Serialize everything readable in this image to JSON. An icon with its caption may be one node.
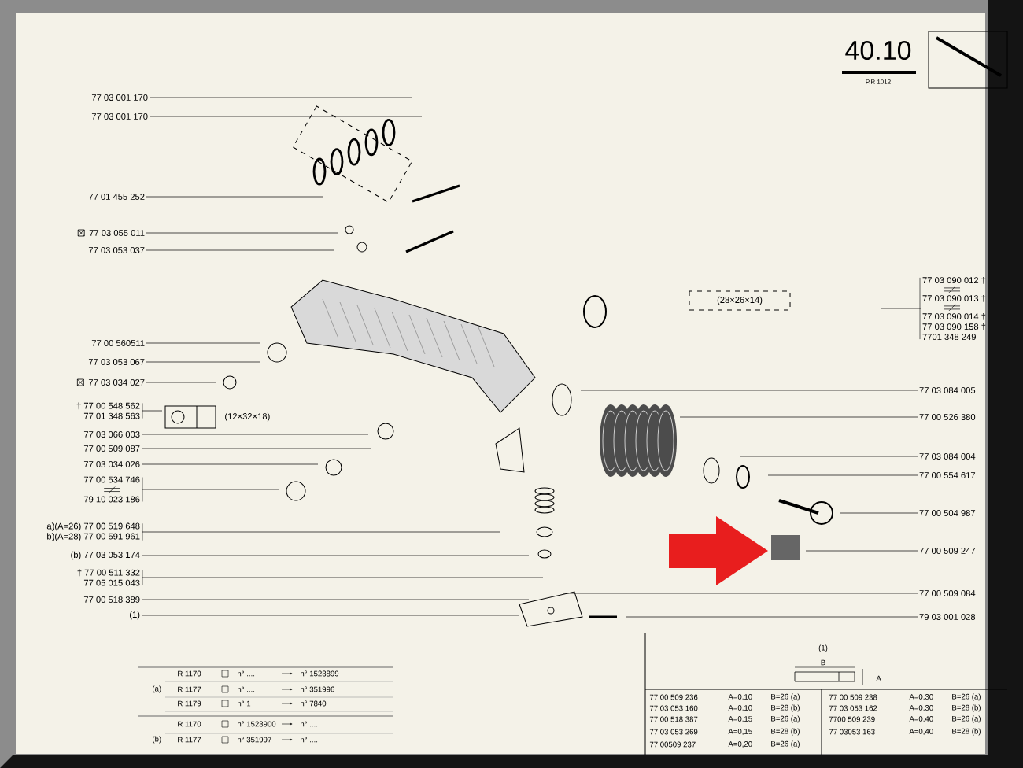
{
  "diagram": {
    "nodes": [
      {
        "text": [
          "77 03 001 170"
        ]
      },
      {
        "text": [
          "77 03 001 170"
        ]
      },
      {
        "text": [
          "77 01 455 252"
        ]
      },
      {
        "text": [
          "77 03 055 011"
        ]
      },
      {
        "text": [
          "77 03 053 037"
        ]
      },
      {
        "text": [
          "77 00 560511"
        ]
      },
      {
        "text": [
          "77 03 053 067"
        ]
      },
      {
        "text": [
          "77 03 034 027"
        ]
      },
      {
        "text": [
          "† 77 00 548 562",
          "77 01 348 563"
        ]
      },
      {
        "text": [
          "77 03 066 003"
        ]
      },
      {
        "text": [
          "77 00 509 087"
        ]
      },
      {
        "text": [
          "77 03 034 026"
        ]
      },
      {
        "text": [
          "77 00 534 746",
          "79 10 023 186"
        ]
      },
      {
        "text": [
          "a)(A=26) 77 00 519 648",
          "b)(A=28) 77 00 591 961"
        ]
      },
      {
        "text": [
          "(b) 77 03 053 174"
        ]
      },
      {
        "text": [
          "† 77 00 511 332",
          "77 05 015 043"
        ]
      },
      {
        "text": [
          "77 00 518 389"
        ]
      },
      {
        "text": [
          "(1)"
        ]
      },
      {
        "text": [
          "77 03 090 012 †",
          "77 03 090 013 †",
          "77 03 090 014 †",
          "77 03 090 158 †",
          "7701 348 249"
        ]
      },
      {
        "text": [
          "77 03 084 005"
        ]
      },
      {
        "text": [
          "77 00 526 380"
        ]
      },
      {
        "text": [
          "77 03 084 004"
        ]
      },
      {
        "text": [
          "77 00 554 617"
        ]
      },
      {
        "text": [
          "77 00 504 987"
        ]
      },
      {
        "text": [
          "77 00 509 247"
        ]
      },
      {
        "text": [
          "77 00 509 084"
        ]
      },
      {
        "text": [
          "79 03 001 028"
        ]
      }
    ],
    "edges": [
      {
        "from": 0,
        "to": null,
        "arrow": "none"
      },
      {
        "from": 1,
        "to": null,
        "arrow": "none"
      },
      {
        "from": 2,
        "to": null,
        "arrow": "none"
      },
      {
        "from": 3,
        "to": null,
        "arrow": "none"
      },
      {
        "from": 4,
        "to": null,
        "arrow": "none"
      },
      {
        "from": 5,
        "to": null,
        "arrow": "none"
      },
      {
        "from": 6,
        "to": null,
        "arrow": "none"
      },
      {
        "from": 7,
        "to": null,
        "arrow": "none"
      },
      {
        "from": 8,
        "to": null,
        "arrow": "none"
      },
      {
        "from": 9,
        "to": null,
        "arrow": "none"
      },
      {
        "from": 10,
        "to": null,
        "arrow": "none"
      },
      {
        "from": 11,
        "to": null,
        "arrow": "none"
      },
      {
        "from": 12,
        "to": null,
        "arrow": "none"
      },
      {
        "from": 13,
        "to": null,
        "arrow": "none"
      },
      {
        "from": 14,
        "to": null,
        "arrow": "none"
      },
      {
        "from": 15,
        "to": null,
        "arrow": "none"
      },
      {
        "from": 16,
        "to": null,
        "arrow": "none"
      },
      {
        "from": 17,
        "to": null,
        "arrow": "none"
      },
      {
        "from": 18,
        "to": null,
        "arrow": "none"
      },
      {
        "from": 19,
        "to": null,
        "arrow": "none"
      },
      {
        "from": 20,
        "to": null,
        "arrow": "none"
      },
      {
        "from": 21,
        "to": null,
        "arrow": "none"
      },
      {
        "from": 22,
        "to": null,
        "arrow": "none"
      },
      {
        "from": 23,
        "to": null,
        "arrow": "none"
      },
      {
        "from": 24,
        "to": null,
        "arrow": "none"
      },
      {
        "from": 25,
        "to": null,
        "arrow": "none"
      },
      {
        "from": 26,
        "to": null,
        "arrow": "none"
      }
    ],
    "labels": [
      "(12×32×18)",
      "(28×26×14)",
      "40.10",
      "P.R 1012",
      "R 1170",
      "n° ....",
      "n° 1523899",
      "(a)",
      "R 1177",
      "n° ....",
      "n° 351996",
      "R 1179",
      "n° 1",
      "n° 7840",
      "R 1170",
      "n° 1523900",
      "n° ....",
      "(b)",
      "R 1177",
      "n° 351997",
      "n° ....",
      "(1)",
      "B",
      "A",
      "77 00 509 236",
      "A=0,10",
      "B=26 (a)",
      "77 00 509 238",
      "A=0,30",
      "B=26 (a)",
      "77 03 053 160",
      "A=0,10",
      "B=28 (b)",
      "77 03 053 162",
      "A=0,30",
      "B=28 (b)",
      "77 00 518 387",
      "A=0,15",
      "B=26 (a)",
      "7700 509 239",
      "A=0,40",
      "B=26 (a)",
      "77 03 053 269",
      "A=0,15",
      "B=28 (b)",
      "77 03053 163",
      "A=0,40",
      "B=28 (b)",
      "77 00509 237",
      "A=0,20",
      "B=26 (a)"
    ]
  }
}
